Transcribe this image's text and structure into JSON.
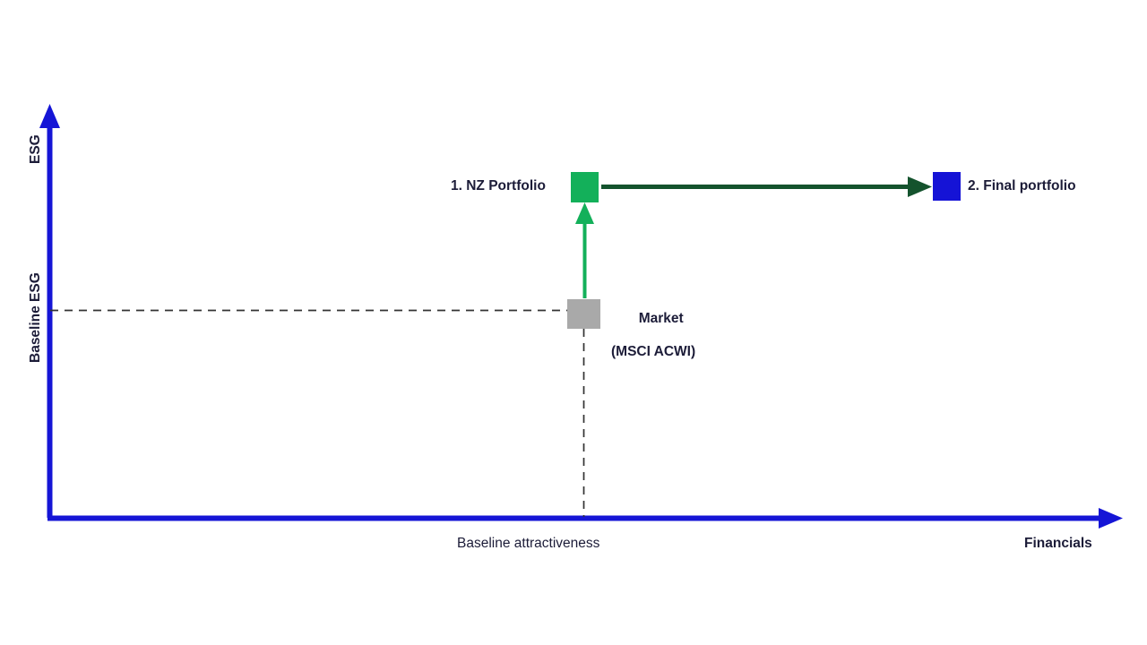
{
  "figure": {
    "background_color": "#ffffff",
    "axis_color": "#1515d6",
    "text_color": "#1c1c38"
  },
  "axes": {
    "y_axis": {
      "title_top": "ESG",
      "title_baseline": "Baseline ESG",
      "color": "#1515d6",
      "arrow": "up-arrow-icon"
    },
    "x_axis": {
      "title_right": "Financials",
      "title_baseline": "Baseline attractiveness",
      "color": "#1515d6",
      "arrow": "right-arrow-icon"
    }
  },
  "markers": [
    {
      "id": "market",
      "label_line1": "Market",
      "label_line2": "(MSCI ACWI)",
      "color": "#a9a9a9"
    },
    {
      "id": "nz_portfolio",
      "label": "1. NZ Portfolio",
      "color": "#13b05a"
    },
    {
      "id": "final_portfolio",
      "label": "2. Final portfolio",
      "color": "#1513d6"
    }
  ],
  "arrows": {
    "step1": {
      "name": "esg-uplift-arrow",
      "color": "#13b05a",
      "direction": "up",
      "from": "market",
      "to": "nz_portfolio"
    },
    "step2": {
      "name": "financials-uplift-arrow",
      "color": "#14532d",
      "direction": "right",
      "from": "nz_portfolio",
      "to": "final_portfolio"
    }
  },
  "guides": {
    "baseline_esg_line": {
      "name": "baseline-esg-dashed-line",
      "style": "dashed",
      "color": "#333333"
    },
    "baseline_attractiveness_line": {
      "name": "baseline-attractiveness-dashed-line",
      "style": "dashed",
      "color": "#333333"
    }
  },
  "chart_data": {
    "type": "scatter",
    "title": "",
    "xlabel": "Financials",
    "ylabel": "ESG",
    "xlim": [
      0,
      100
    ],
    "ylim": [
      0,
      100
    ],
    "grid": false,
    "legend": "none",
    "annotations": [
      "Baseline attractiveness",
      "Baseline ESG",
      "Market\n(MSCI ACWI)",
      "1. NZ Portfolio",
      "2. Final portfolio"
    ],
    "series": [
      {
        "name": "Market (MSCI ACWI)",
        "color": "#a9a9a9",
        "points": [
          {
            "x": 50,
            "y": 47
          }
        ]
      },
      {
        "name": "1. NZ Portfolio",
        "color": "#13b05a",
        "points": [
          {
            "x": 50,
            "y": 80
          }
        ]
      },
      {
        "name": "2. Final portfolio",
        "color": "#1513d6",
        "points": [
          {
            "x": 83,
            "y": 80
          }
        ]
      }
    ],
    "vectors": [
      {
        "name": "ESG uplift",
        "from": [
          50,
          47
        ],
        "to": [
          50,
          80
        ],
        "color": "#13b05a"
      },
      {
        "name": "Financials uplift",
        "from": [
          50,
          80
        ],
        "to": [
          83,
          80
        ],
        "color": "#14532d"
      }
    ]
  }
}
